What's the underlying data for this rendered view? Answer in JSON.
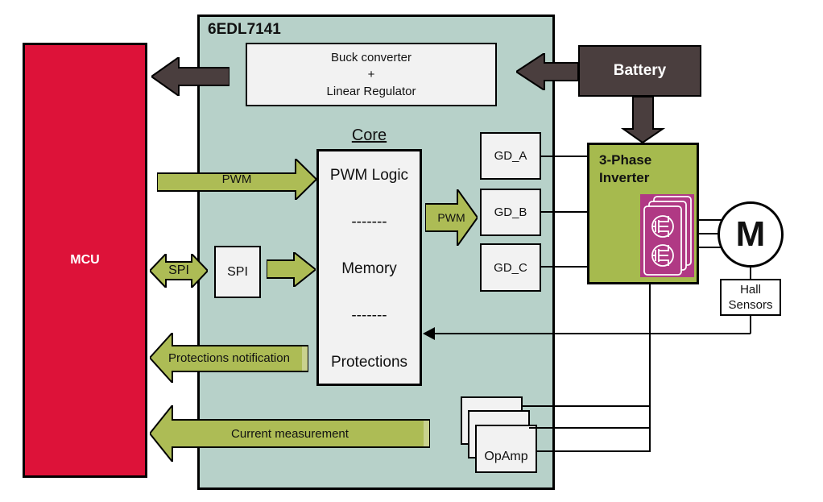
{
  "diagram": {
    "chip_label": "6EDL7141",
    "mcu_label": "MCU",
    "battery_label": "Battery",
    "buck": {
      "line1": "Buck converter",
      "line2": "+",
      "line3": "Linear Regulator"
    },
    "core": {
      "title": "Core",
      "items": [
        "PWM Logic",
        "-------",
        "Memory",
        "-------",
        "Protections"
      ]
    },
    "spi_box_label": "SPI",
    "gate_drivers": {
      "a": "GD_A",
      "b": "GD_B",
      "c": "GD_C"
    },
    "inverter": {
      "line1": "3-Phase",
      "line2": "Inverter"
    },
    "motor_label": "M",
    "hall": {
      "line1": "Hall",
      "line2": "Sensors"
    },
    "opamp_label": "OpAmp",
    "arrow_labels": {
      "pwm_in": "PWM",
      "spi_bus": "SPI",
      "pwm_out": "PWM",
      "protections": "Protections notification",
      "current": "Current measurement"
    },
    "colors": {
      "mcu_red": "#dd1239",
      "chip_teal": "#b7d1c9",
      "arrow_olive": "#adbc55",
      "arrow_olive_cap": "#c9d28e",
      "inverter_green": "#a6ba4e",
      "dark_brown": "#4a3e3e",
      "mosfet_magenta": "#b03984",
      "box_fill": "#f2f2f2"
    }
  }
}
